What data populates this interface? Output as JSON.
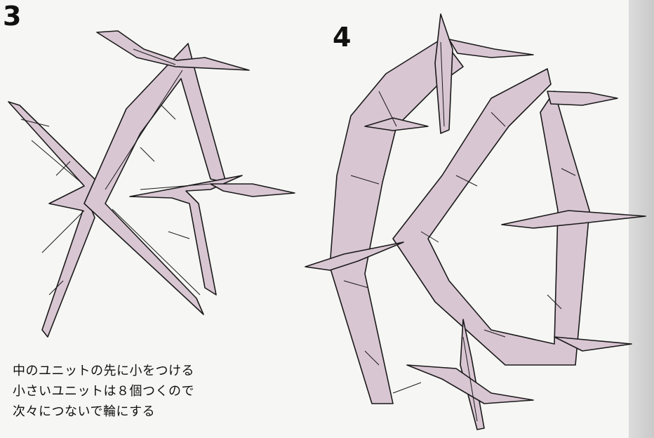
{
  "steps": [
    {
      "number": "3"
    },
    {
      "number": "4"
    }
  ],
  "caption": {
    "lines": [
      "中のユニットの先に小をつける",
      "小さいユニットは８個つくので",
      "次々につないで輪にする"
    ]
  },
  "colors": {
    "paper": "#d9c6d3",
    "paper_dark": "#b79fb1",
    "stroke": "#1a1a1a",
    "background": "#f6f6f4"
  }
}
